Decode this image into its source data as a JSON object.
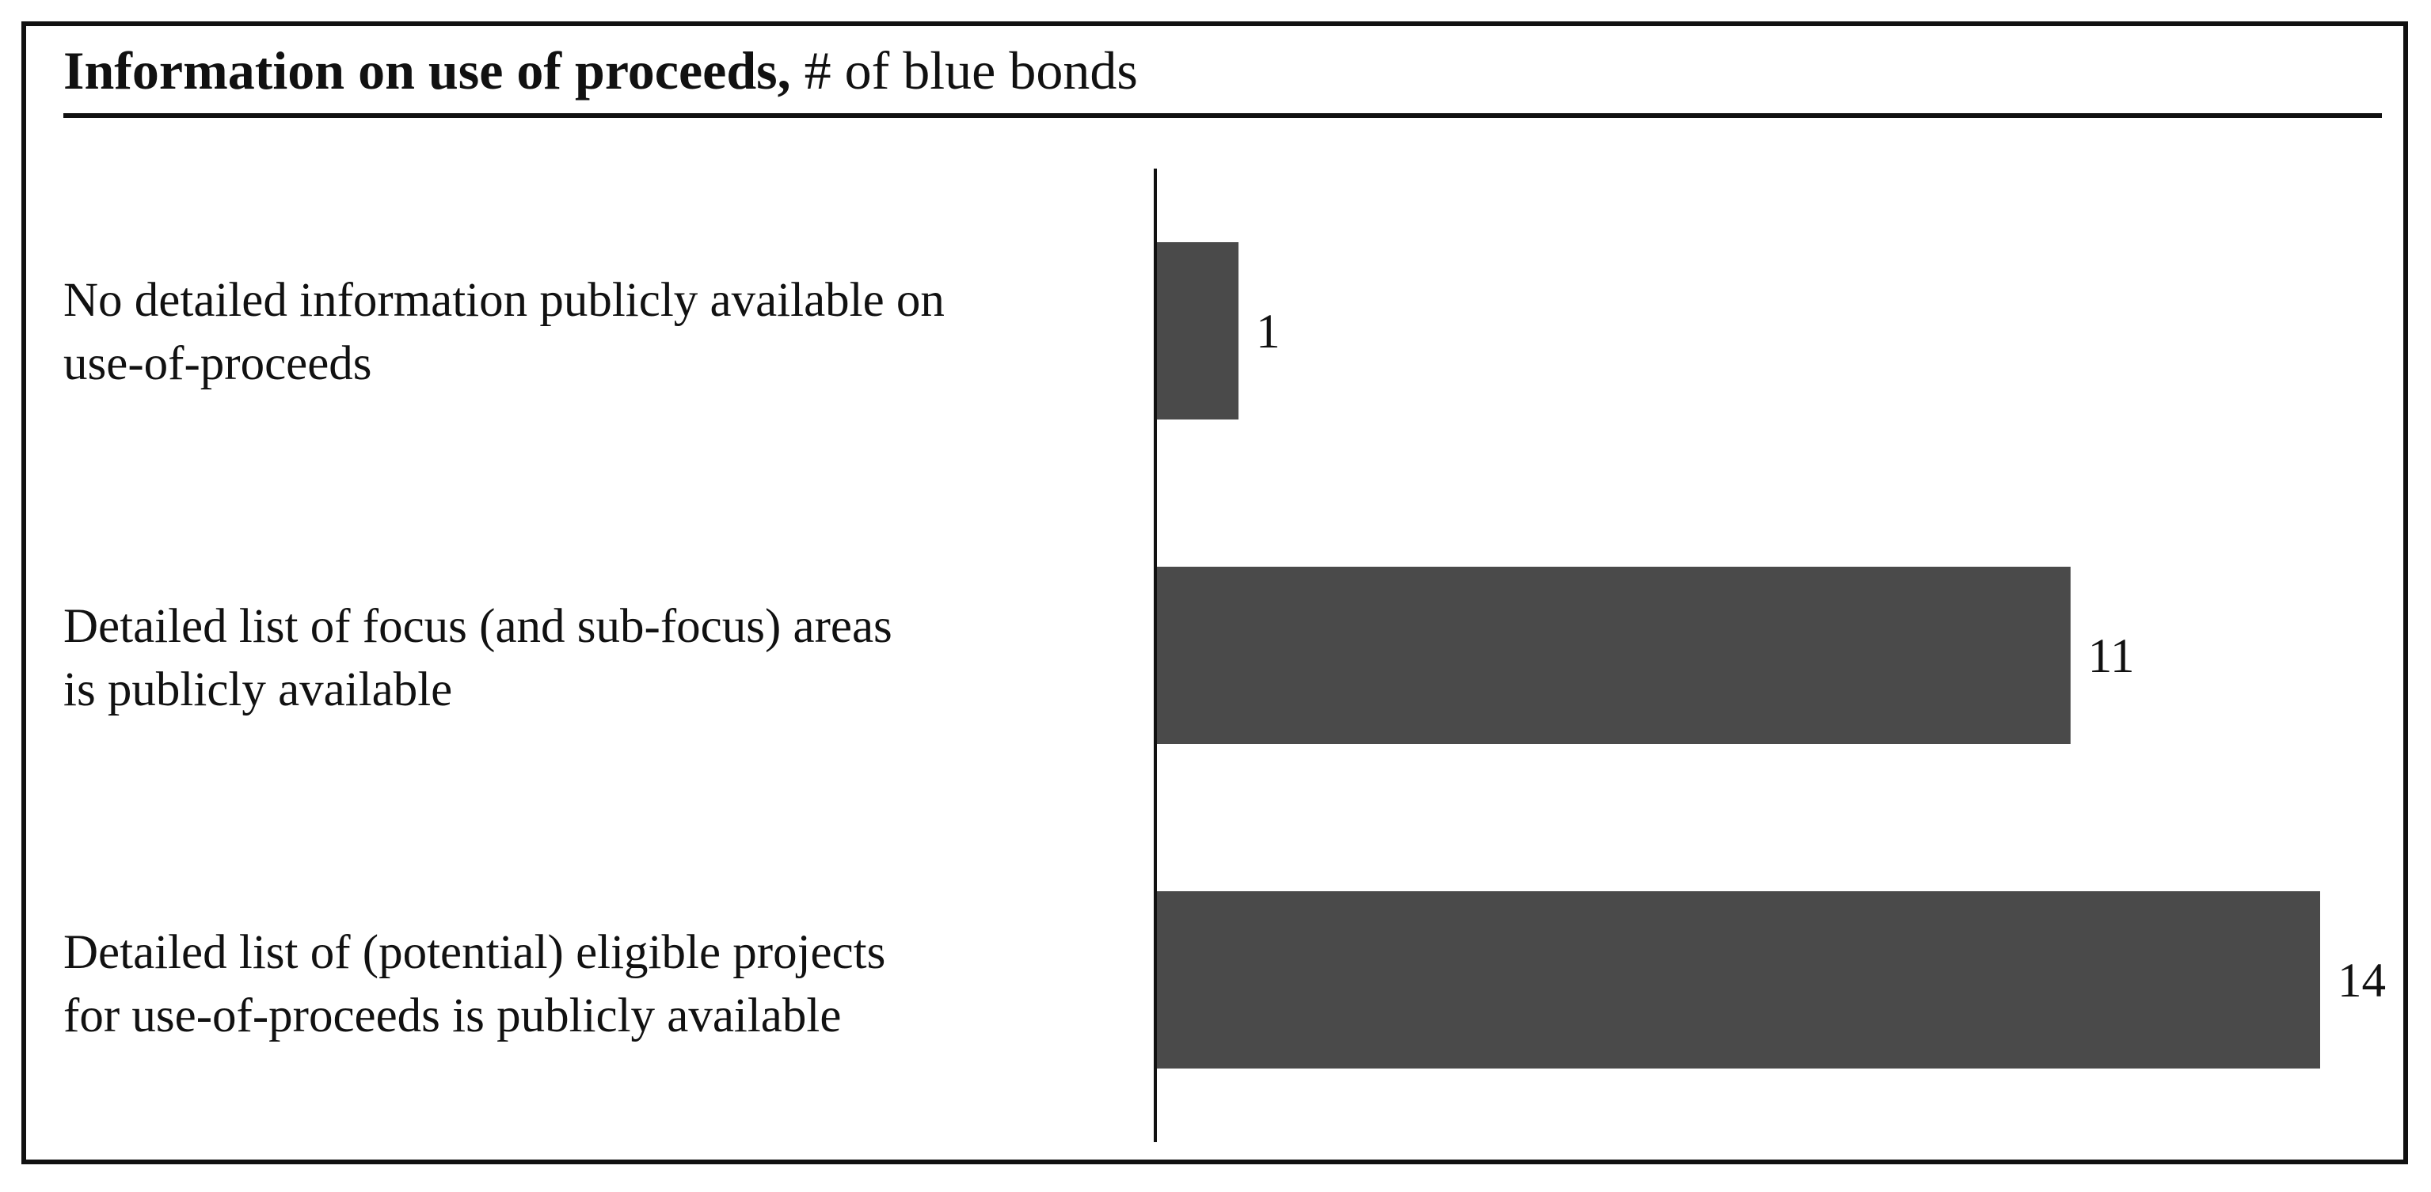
{
  "title": {
    "bold": "Information on use of proceeds,",
    "normal": "# of blue bonds"
  },
  "chart_data": {
    "type": "bar",
    "orientation": "horizontal",
    "title": "Information on use of proceeds, # of blue bonds",
    "categories": [
      "No detailed information publicly available on use-of-proceeds",
      "Detailed list of focus (and sub-focus) areas is publicly available",
      "Detailed list of (potential) eligible projects for use-of-proceeds is publicly available"
    ],
    "category_lines": [
      [
        "No detailed information publicly available on",
        "use-of-proceeds"
      ],
      [
        "Detailed list of focus (and sub-focus) areas",
        "is publicly available"
      ],
      [
        "Detailed list of (potential) eligible projects",
        "for use-of-proceeds is publicly available"
      ]
    ],
    "values": [
      1,
      11,
      14
    ],
    "value_labels": [
      "1",
      "11",
      "14"
    ],
    "xlim": [
      0,
      14
    ],
    "grid": false,
    "bar_color": "#4a4a4a"
  }
}
